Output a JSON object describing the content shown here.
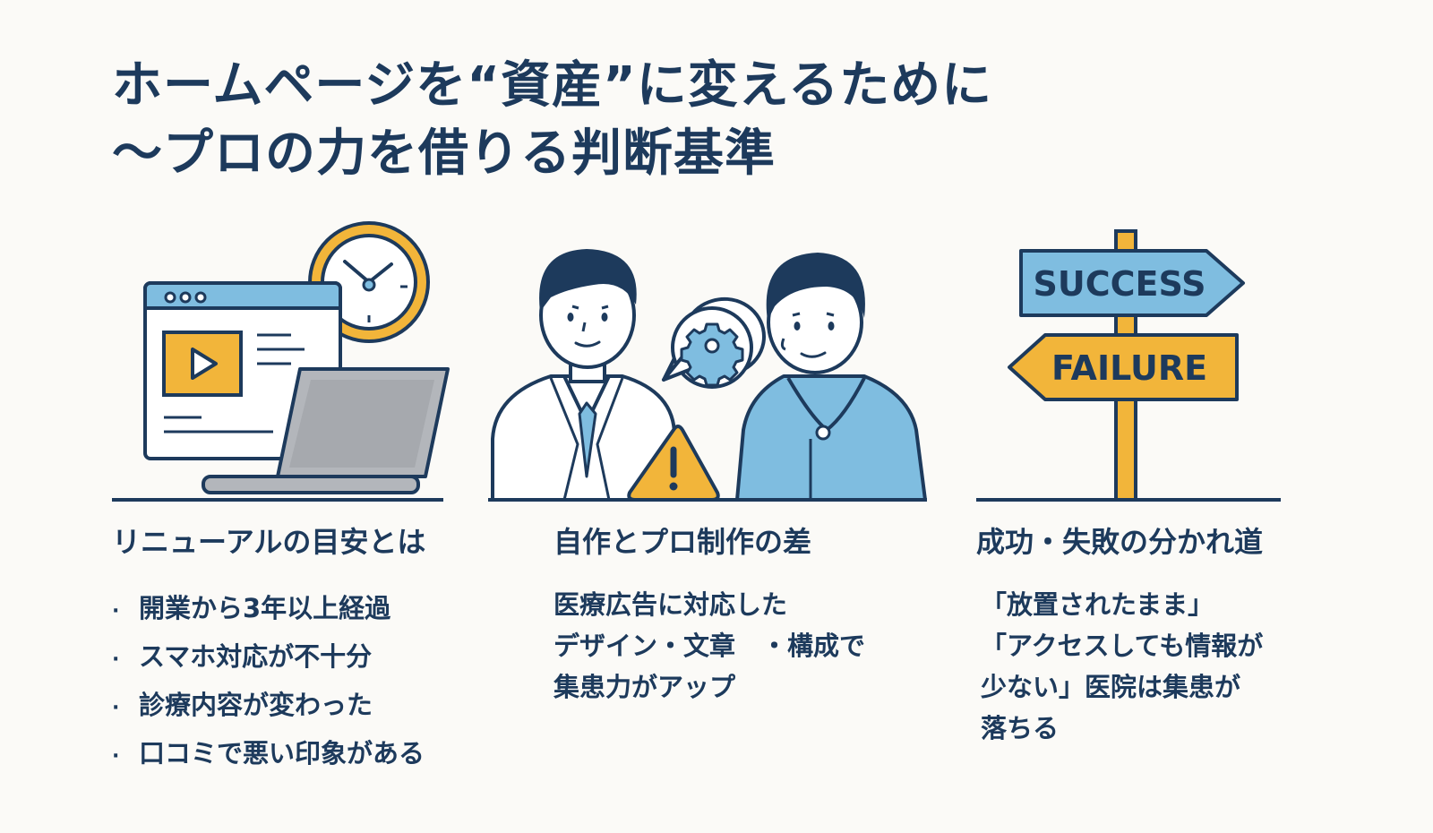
{
  "title": {
    "line1": "ホームページを“資産”に変えるために",
    "line2": "〜プロの力を借りる判断基準"
  },
  "columns": [
    {
      "heading": "リニューアルの目安とは",
      "bullets": [
        "開業から3年以上経過",
        "スマホ対応が不十分",
        "診療内容が変わった",
        "口コミで悪い印象がある"
      ],
      "icons": [
        "browser-window-icon",
        "play-icon",
        "clock-icon",
        "laptop-icon"
      ]
    },
    {
      "heading": "自作とプロ制作の差",
      "lines": [
        "医療広告に対応した",
        "デザイン・文章　・構成で",
        "集患力がアップ"
      ],
      "icons": [
        "doctor-icon",
        "consultant-icon",
        "gear-speech-bubble-icon",
        "warning-icon"
      ]
    },
    {
      "heading": "成功・失敗の分かれ道",
      "lines": [
        "「放置されたまま」",
        "「アクセスしても情報が",
        "少ない」医院は集患が",
        "落ちる"
      ],
      "signs": {
        "success": "SUCCESS",
        "failure": "FAILURE"
      },
      "icons": [
        "signpost-icon"
      ]
    }
  ],
  "colors": {
    "navy": "#1d3a5c",
    "blue": "#7fbde0",
    "yellow": "#f2b53a",
    "gray": "#b3b6bb",
    "background": "#fbfaf7"
  }
}
